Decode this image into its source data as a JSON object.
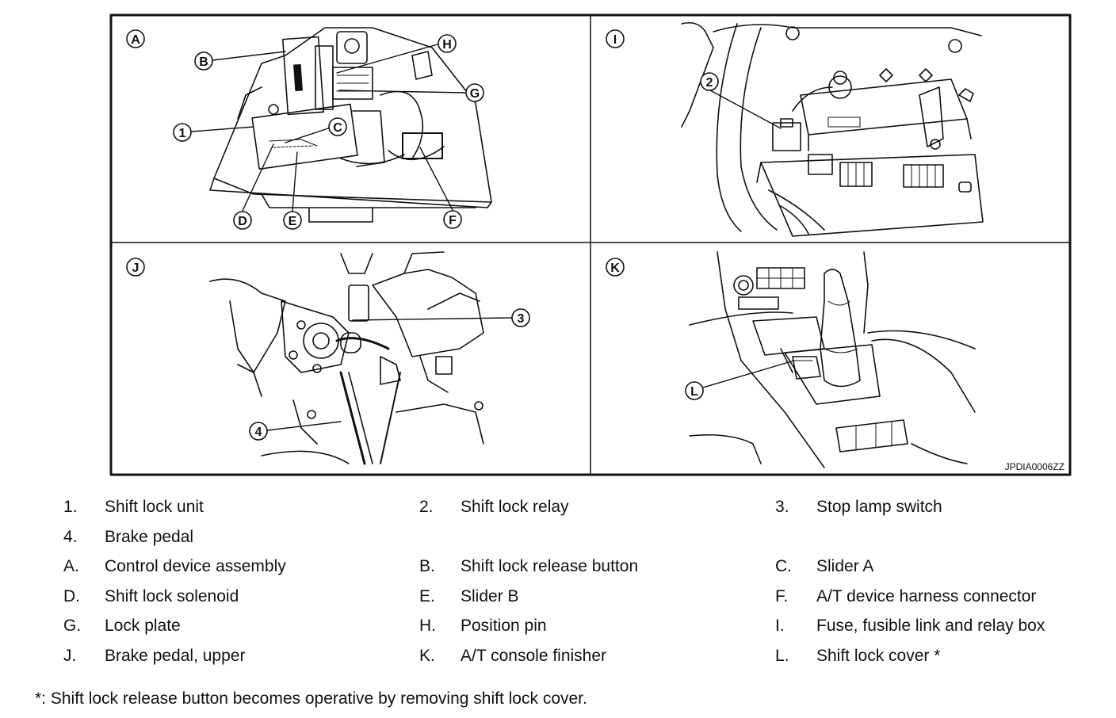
{
  "figure": {
    "code": "JPDIA0006ZZ",
    "panels": [
      {
        "id": "A"
      },
      {
        "id": "I"
      },
      {
        "id": "J"
      },
      {
        "id": "K"
      }
    ],
    "callouts": {
      "B": "B",
      "H": "H",
      "G": "G",
      "one": "1",
      "C": "C",
      "D": "D",
      "E": "E",
      "F": "F",
      "two": "2",
      "three": "3",
      "four": "4",
      "L": "L"
    }
  },
  "legend": {
    "rows": [
      [
        {
          "key": "1.",
          "text": "Shift lock unit"
        },
        {
          "key": "2.",
          "text": "Shift lock relay"
        },
        {
          "key": "3.",
          "text": "Stop lamp switch"
        }
      ],
      [
        {
          "key": "4.",
          "text": "Brake pedal"
        }
      ],
      [
        {
          "key": "A.",
          "text": "Control device assembly"
        },
        {
          "key": "B.",
          "text": "Shift lock release button"
        },
        {
          "key": "C.",
          "text": "Slider A"
        }
      ],
      [
        {
          "key": "D.",
          "text": "Shift lock solenoid"
        },
        {
          "key": "E.",
          "text": "Slider B"
        },
        {
          "key": "F.",
          "text": "A/T device harness connector"
        }
      ],
      [
        {
          "key": "G.",
          "text": "Lock plate"
        },
        {
          "key": "H.",
          "text": "Position pin"
        },
        {
          "key": "I.",
          "text": "Fuse, fusible link and relay box"
        }
      ],
      [
        {
          "key": "J.",
          "text": "Brake pedal, upper"
        },
        {
          "key": "K.",
          "text": "A/T console finisher"
        },
        {
          "key": "L.",
          "text": "Shift lock cover *"
        }
      ]
    ]
  },
  "footnote": "*: Shift lock release button becomes operative by removing shift lock cover."
}
